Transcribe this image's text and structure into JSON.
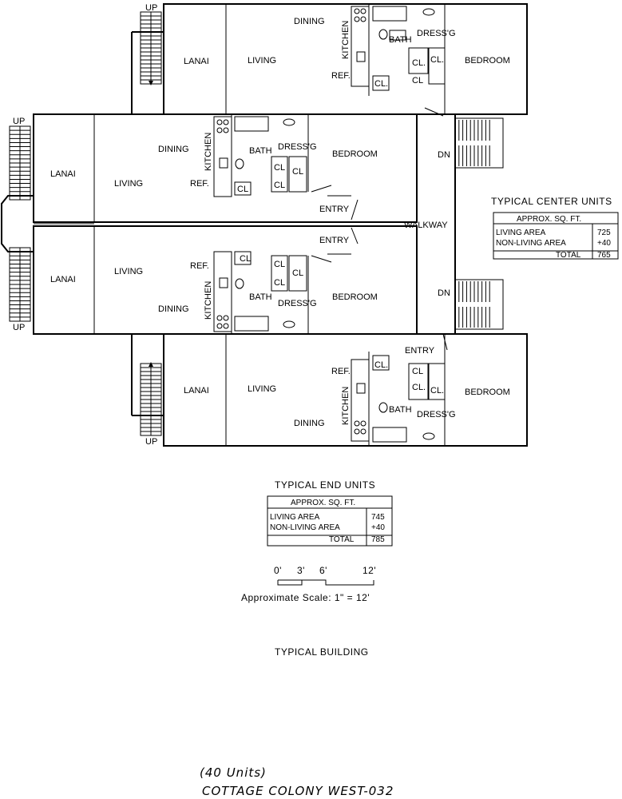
{
  "labels": {
    "up": "UP",
    "dn": "DN",
    "lanai": "LANAI",
    "living": "LIVING",
    "dining": "DINING",
    "kitchen": "KITCHEN",
    "bath": "BATH",
    "dressing": "DRESS'G",
    "bedroom": "BEDROOM",
    "ref": "REF.",
    "cl": "CL",
    "cl_dot": "CL.",
    "entry": "ENTRY",
    "walkway": "WALKWAY"
  },
  "center_units": {
    "title": "TYPICAL CENTER UNITS",
    "header": "APPROX. SQ. FT.",
    "living_label": "LIVING AREA",
    "living_value": "725",
    "nonliving_label": "NON-LIVING AREA",
    "nonliving_value": "+40",
    "total_label": "TOTAL",
    "total_value": "765"
  },
  "end_units": {
    "title": "TYPICAL END UNITS",
    "header": "APPROX. SQ. FT.",
    "living_label": "LIVING AREA",
    "living_value": "745",
    "nonliving_label": "NON-LIVING AREA",
    "nonliving_value": "+40",
    "total_label": "TOTAL",
    "total_value": "785"
  },
  "scale": {
    "tick_0": "0'",
    "tick_3": "3'",
    "tick_6": "6'",
    "tick_12": "12'",
    "caption": "Approximate Scale: 1\" = 12'"
  },
  "building_caption": "TYPICAL BUILDING",
  "units_count": "(40 Units)",
  "project_name": "COTTAGE COLONY WEST-032"
}
